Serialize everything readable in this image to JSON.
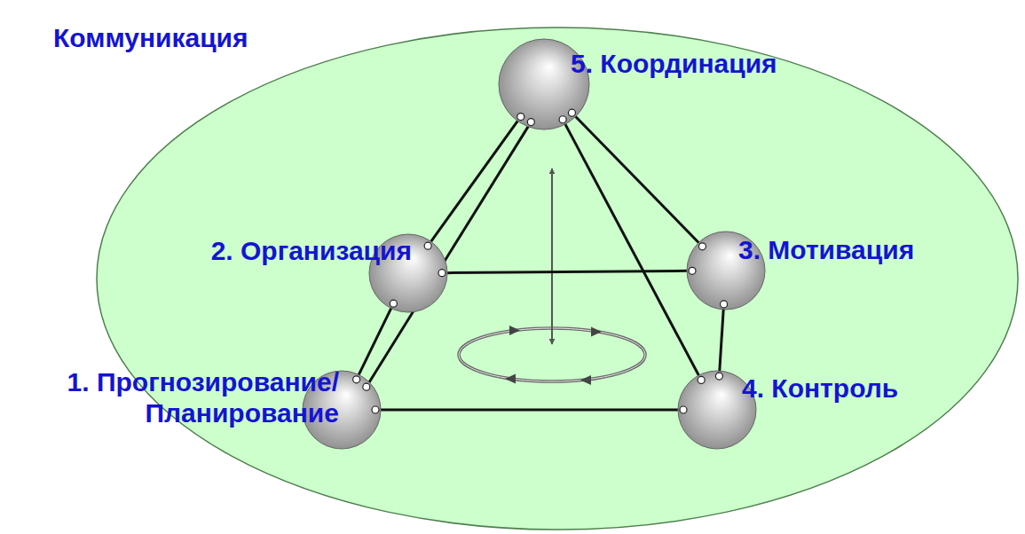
{
  "diagram": {
    "nodes": [
      {
        "text": [
          "Коммуникация"
        ]
      },
      {
        "text": [
          "5. Координация"
        ],
        "in": 0
      },
      {
        "text": [
          "2. Организация"
        ],
        "in": 0
      },
      {
        "text": [
          "3. Мотивация"
        ],
        "in": 0
      },
      {
        "text": [
          "1. Прогнозирование/ Планирование"
        ],
        "in": 0
      },
      {
        "text": [
          "4. Контроль"
        ],
        "in": 0
      }
    ],
    "edges": [
      {
        "from": 1,
        "to": 2,
        "arrow": "none"
      },
      {
        "from": 1,
        "to": 4,
        "arrow": "none"
      },
      {
        "from": 1,
        "to": 3,
        "arrow": "none"
      },
      {
        "from": 1,
        "to": 5,
        "arrow": "none"
      },
      {
        "from": 2,
        "to": 3,
        "arrow": "none"
      },
      {
        "from": 2,
        "to": 4,
        "arrow": "none"
      },
      {
        "from": 3,
        "to": 5,
        "arrow": "none"
      },
      {
        "from": 4,
        "to": 5,
        "arrow": "none"
      }
    ]
  }
}
